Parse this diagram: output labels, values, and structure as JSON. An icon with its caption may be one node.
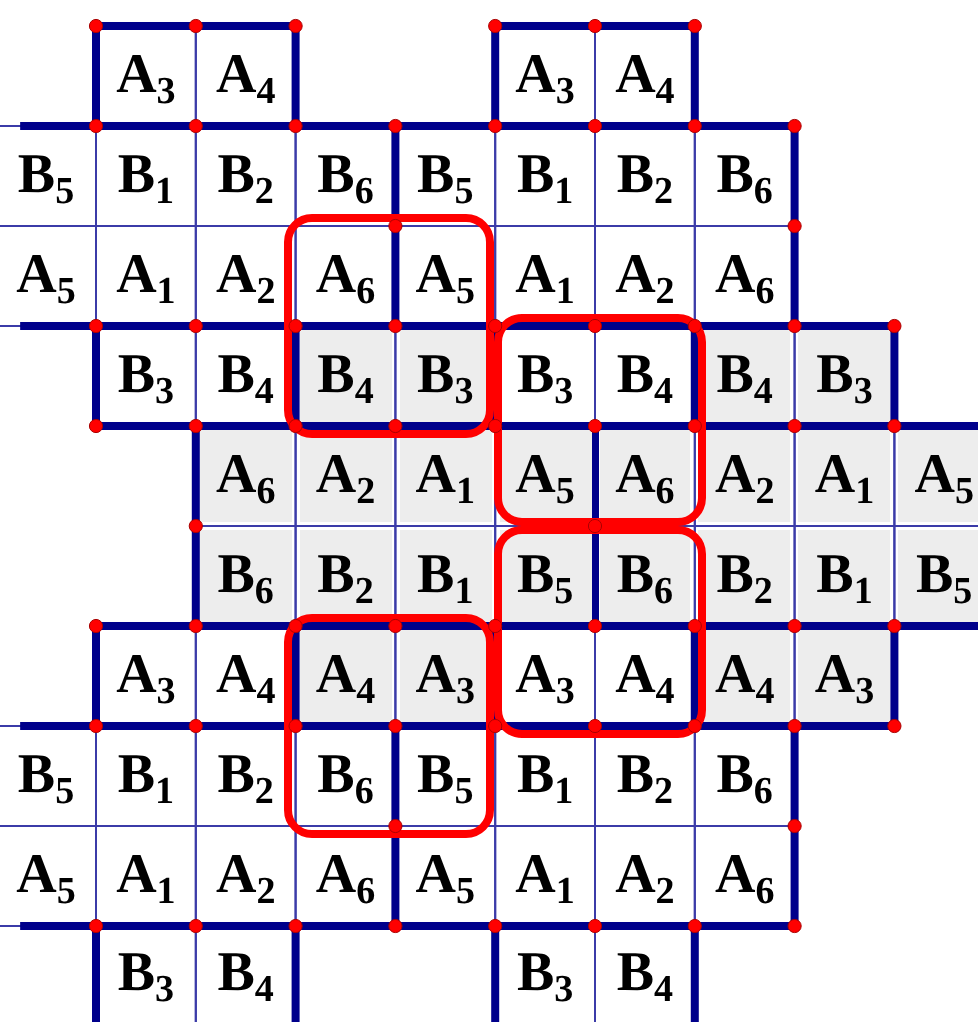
{
  "diagram": {
    "nodes": [
      {
        "text": [],
        "shape": "box"
      },
      {
        "text": [],
        "shape": "box"
      },
      {
        "text": [],
        "shape": "box"
      },
      {
        "text": [],
        "shape": "box"
      },
      {
        "text": [
          "A$_{3}$"
        ]
      },
      {
        "text": [
          "A$_{4}$"
        ]
      },
      {
        "text": [
          "A$_{3}$"
        ]
      },
      {
        "text": [
          "A$_{4}$"
        ]
      },
      {
        "text": [
          "B$_{5}$"
        ]
      },
      {
        "text": [
          "B$_{1}$"
        ]
      },
      {
        "text": [
          "B$_{2}$"
        ]
      },
      {
        "text": [
          "B$_{6}$"
        ]
      },
      {
        "text": [
          "B$_{5}$"
        ]
      },
      {
        "text": [
          "B$_{1}$"
        ]
      },
      {
        "text": [
          "B$_{2}$"
        ]
      },
      {
        "text": [
          "B$_{6}$"
        ]
      },
      {
        "text": [
          "A$_{5}$"
        ]
      },
      {
        "text": [
          "A$_{1}$"
        ]
      },
      {
        "text": [
          "A$_{2}$"
        ]
      },
      {
        "text": [
          "A$_{6}$"
        ],
        "in": 0
      },
      {
        "text": [
          "A$_{5}$"
        ],
        "in": 0
      },
      {
        "text": [
          "A$_{1}$"
        ]
      },
      {
        "text": [
          "A$_{2}$"
        ]
      },
      {
        "text": [
          "A$_{6}$"
        ]
      },
      {
        "text": [
          "B$_{3}$"
        ]
      },
      {
        "text": [
          "B$_{4}$"
        ]
      },
      {
        "text": [
          "B$_{4}$"
        ],
        "in": 0
      },
      {
        "text": [
          "B$_{3}$"
        ],
        "in": 0
      },
      {
        "text": [
          "B$_{3}$"
        ],
        "in": 1
      },
      {
        "text": [
          "B$_{4}$"
        ],
        "in": 1
      },
      {
        "text": [
          "B$_{4}$"
        ]
      },
      {
        "text": [
          "B$_{3}$"
        ]
      },
      {
        "text": [
          "A$_{6}$"
        ]
      },
      {
        "text": [
          "A$_{2}$"
        ]
      },
      {
        "text": [
          "A$_{1}$"
        ]
      },
      {
        "text": [
          "A$_{5}$"
        ],
        "in": 1
      },
      {
        "text": [
          "A$_{6}$"
        ],
        "in": 1
      },
      {
        "text": [
          "A$_{2}$"
        ]
      },
      {
        "text": [
          "A$_{1}$"
        ]
      },
      {
        "text": [
          "A$_{5}$"
        ]
      },
      {
        "text": [
          "B$_{6}$"
        ]
      },
      {
        "text": [
          "B$_{2}$"
        ]
      },
      {
        "text": [
          "B$_{1}$"
        ]
      },
      {
        "text": [
          "B$_{5}$"
        ],
        "in": 2
      },
      {
        "text": [
          "B$_{6}$"
        ],
        "in": 2
      },
      {
        "text": [
          "B$_{2}$"
        ]
      },
      {
        "text": [
          "B$_{1}$"
        ]
      },
      {
        "text": [
          "B$_{5}$"
        ]
      },
      {
        "text": [
          "A$_{3}$"
        ]
      },
      {
        "text": [
          "A$_{4}$"
        ]
      },
      {
        "text": [
          "A$_{4}$"
        ],
        "in": 3
      },
      {
        "text": [
          "A$_{3}$"
        ],
        "in": 3
      },
      {
        "text": [
          "A$_{3}$"
        ],
        "in": 2
      },
      {
        "text": [
          "A$_{4}$"
        ],
        "in": 2
      },
      {
        "text": [
          "A$_{4}$"
        ]
      },
      {
        "text": [
          "A$_{3}$"
        ]
      },
      {
        "text": [
          "B$_{5}$"
        ]
      },
      {
        "text": [
          "B$_{1}$"
        ]
      },
      {
        "text": [
          "B$_{2}$"
        ]
      },
      {
        "text": [
          "B$_{6}$"
        ],
        "in": 3
      },
      {
        "text": [
          "B$_{5}$"
        ],
        "in": 3
      },
      {
        "text": [
          "B$_{1}$"
        ]
      },
      {
        "text": [
          "B$_{2}$"
        ]
      },
      {
        "text": [
          "B$_{6}$"
        ]
      },
      {
        "text": [
          "A$_{5}$"
        ]
      },
      {
        "text": [
          "A$_{1}$"
        ]
      },
      {
        "text": [
          "A$_{2}$"
        ]
      },
      {
        "text": [
          "A$_{6}$"
        ]
      },
      {
        "text": [
          "A$_{5}$"
        ]
      },
      {
        "text": [
          "A$_{1}$"
        ]
      },
      {
        "text": [
          "A$_{2}$"
        ]
      },
      {
        "text": [
          "A$_{6}$"
        ]
      },
      {
        "text": [
          "B$_{3}$"
        ]
      },
      {
        "text": [
          "B$_{4}$"
        ]
      },
      {
        "text": [
          "B$_{3}$"
        ]
      },
      {
        "text": [
          "B$_{4}$"
        ]
      }
    ]
  }
}
